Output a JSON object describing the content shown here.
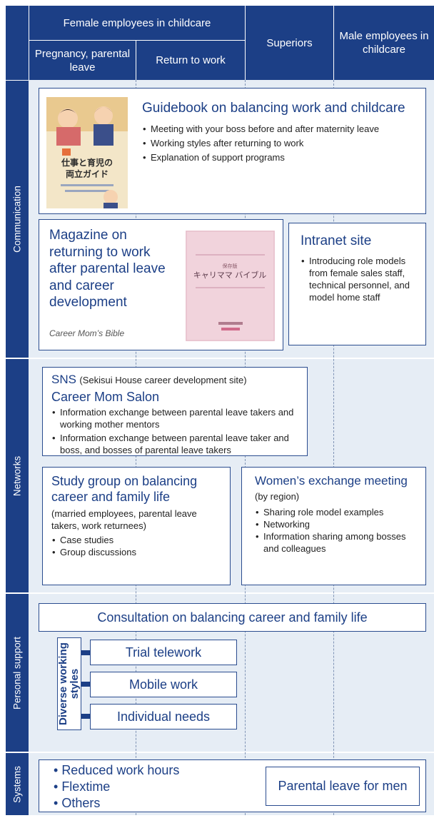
{
  "header": {
    "female_group": "Female employees in childcare",
    "pregnancy": "Pregnancy, parental leave",
    "return_to_work": "Return to work",
    "superiors": "Superiors",
    "male_employees": "Male employees in childcare"
  },
  "sections": {
    "communication": "Communication",
    "networks": "Networks",
    "personal_support": "Personal support",
    "systems": "Systems"
  },
  "guidebook": {
    "title": "Guidebook on balancing work and childcare",
    "bullets": [
      "Meeting with your boss before and after maternity leave",
      "Working styles after returning to work",
      "Explanation of support programs"
    ],
    "cover_title": "仕事と育児の両立ガイド"
  },
  "magazine": {
    "title": "Magazine on returning to work after parental leave and career development",
    "caption": "Career Mom’s Bible",
    "cover_title": "キャリママ バイブル"
  },
  "intranet": {
    "title": "Intranet site",
    "bullets": [
      "Introducing role models from female sales staff, technical personnel, and model home staff"
    ]
  },
  "sns": {
    "prefix": "SNS",
    "subtitle": "(Sekisui House career development site)",
    "title": "Career Mom Salon",
    "bullets": [
      "Information exchange between parental leave takers and working mother mentors",
      "Information exchange between parental leave taker and boss, and bosses of parental leave takers"
    ]
  },
  "study_group": {
    "title": "Study group on balancing career and family life",
    "note": "(married employees, parental leave takers, work returnees)",
    "bullets": [
      "Case studies",
      "Group discussions"
    ]
  },
  "womens_meeting": {
    "title": "Women’s exchange meeting",
    "note": "(by region)",
    "bullets": [
      "Sharing role model examples",
      "Networking",
      "Information sharing among bosses and colleagues"
    ]
  },
  "consultation": {
    "title": "Consultation on balancing career and family life"
  },
  "diverse": {
    "label": "Diverse working styles",
    "items": [
      "Trial telework",
      "Mobile work",
      "Individual needs"
    ]
  },
  "systems": {
    "items": [
      "Reduced work hours",
      "Flextime",
      "Others"
    ],
    "parental_leave_men": "Parental leave for men"
  },
  "colors": {
    "navy": "#1c3f86",
    "band": "#e6edf5",
    "border": "#2a4c8f"
  }
}
